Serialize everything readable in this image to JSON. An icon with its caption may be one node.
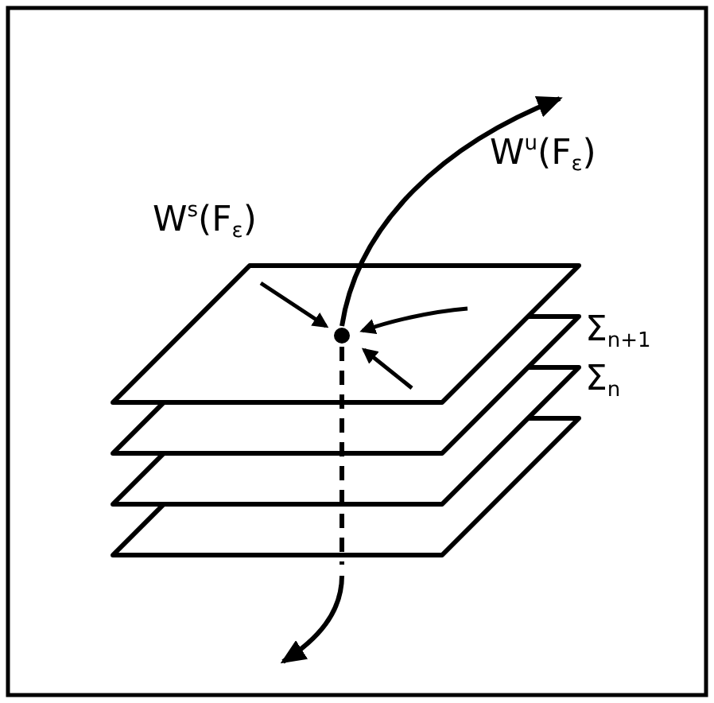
{
  "diagram": {
    "labels": [
      "W$^{u}$(F$_{ε}$)",
      "W$^{s}$(F$_{ε}$)",
      "Σ$_{n+1}$",
      "Σ$_{n}$"
    ]
  }
}
